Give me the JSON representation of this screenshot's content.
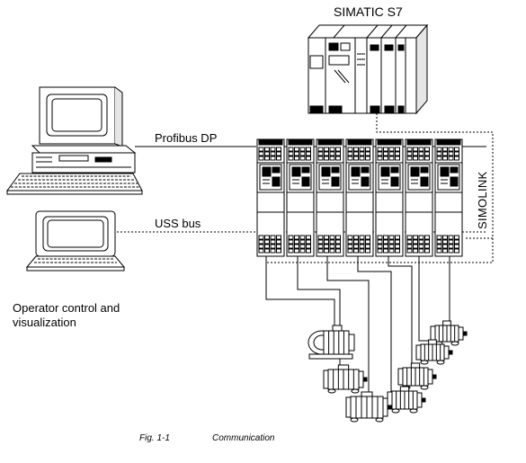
{
  "plc": {
    "label": "SIMATIC S7"
  },
  "buses": {
    "profibus": "Profibus DP",
    "uss": "USS bus",
    "simolink": "SIMOLINK"
  },
  "operator": {
    "label": "Operator control and visualization"
  },
  "caption": {
    "fig": "Fig. 1-1",
    "title": "Communication"
  },
  "icons": [
    "desktop-pc-icon",
    "laptop-icon",
    "plc-rack-icon",
    "drive-unit-icon",
    "motor-icon"
  ]
}
